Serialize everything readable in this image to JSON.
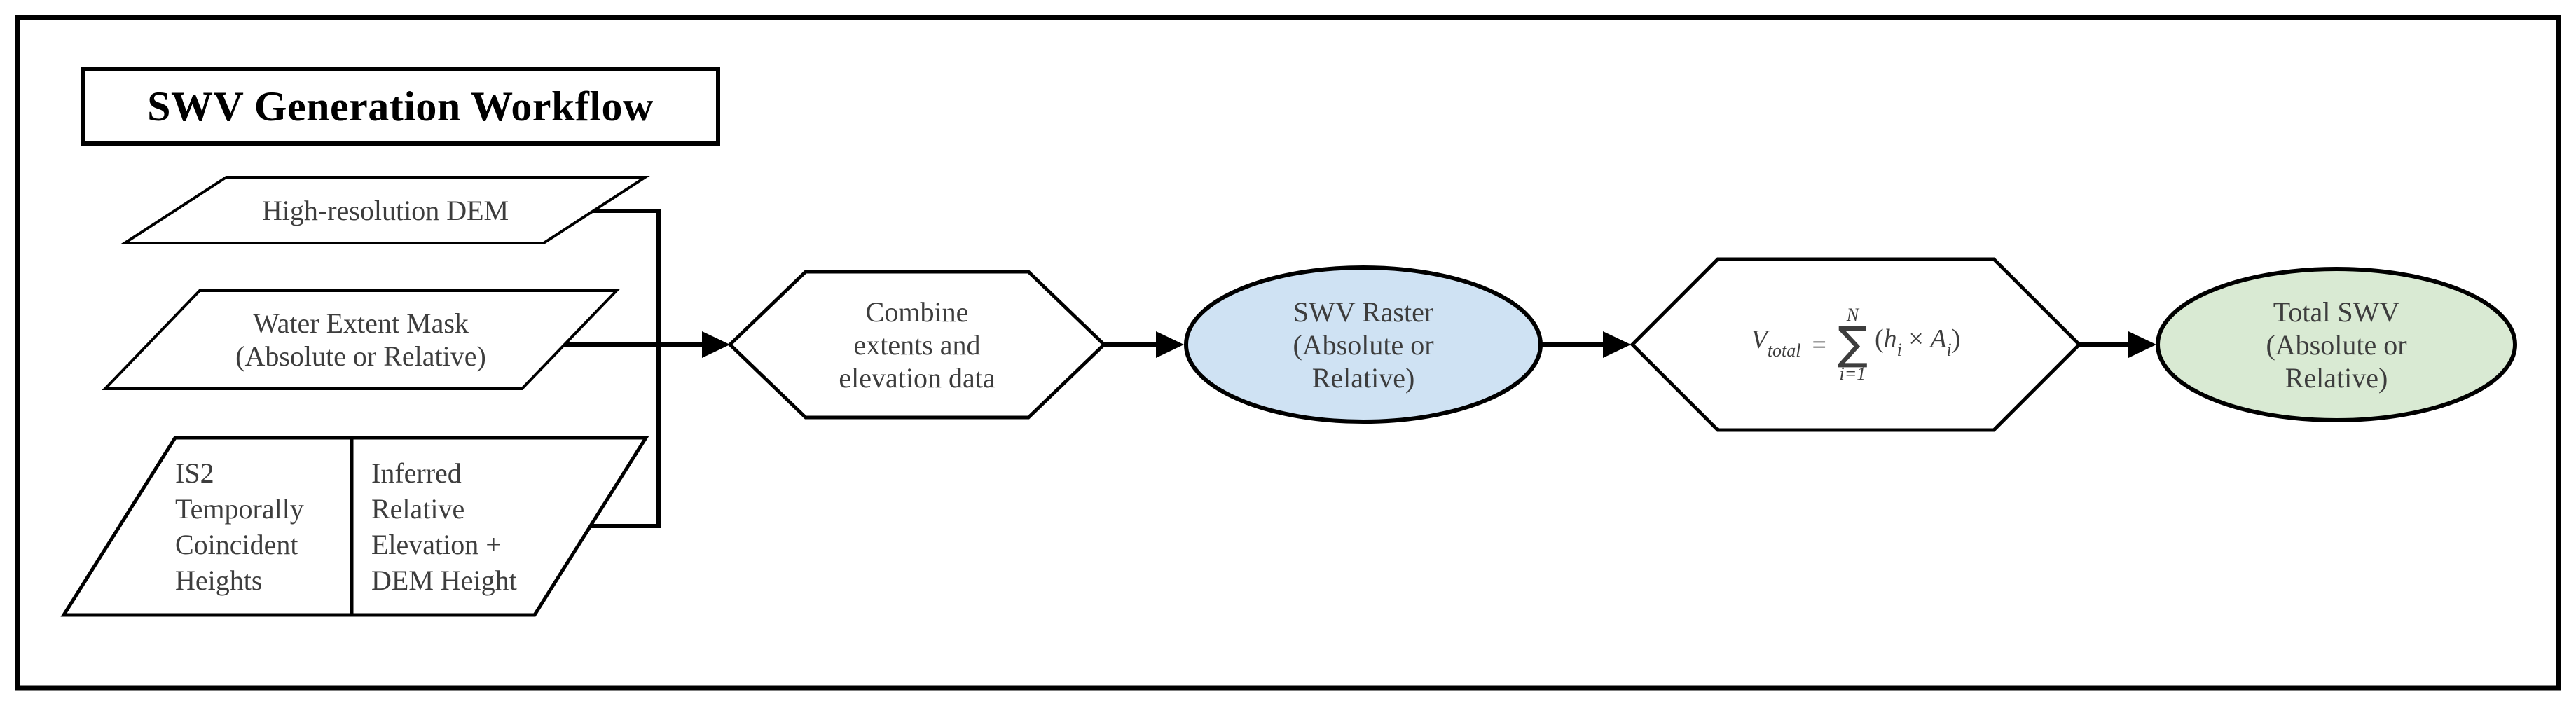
{
  "title": "SWV Generation Workflow",
  "colors": {
    "outline": "#000000",
    "node_text": "#3d3d3d",
    "raster_fill": "#cfe2f3",
    "total_fill": "#d9ead3"
  },
  "nodes": {
    "dem": {
      "label": "High-resolution DEM"
    },
    "water_mask": {
      "lines": [
        "Water Extent Mask",
        "(Absolute or Relative)"
      ]
    },
    "is2_heights": {
      "lines": [
        "IS2",
        "Temporally",
        "Coincident",
        "Heights"
      ]
    },
    "inferred_elevation": {
      "lines": [
        "Inferred",
        "Relative",
        "Elevation +",
        "DEM Height"
      ]
    },
    "combine": {
      "lines": [
        "Combine",
        "extents and",
        "elevation data"
      ]
    },
    "swv_raster": {
      "lines": [
        "SWV Raster",
        "(Absolute or",
        "Relative)"
      ]
    },
    "formula": {
      "v": "V",
      "v_sub": "total",
      "equals": "=",
      "sum_upper": "N",
      "sigma": "∑",
      "sum_lower": "i=1",
      "expr_open": "(",
      "h": "h",
      "h_sub": "i",
      "times": " × ",
      "a": "A",
      "a_sub": "i",
      "expr_close": ")"
    },
    "total_swv": {
      "lines": [
        "Total SWV",
        "(Absolute or",
        "Relative)"
      ]
    }
  }
}
